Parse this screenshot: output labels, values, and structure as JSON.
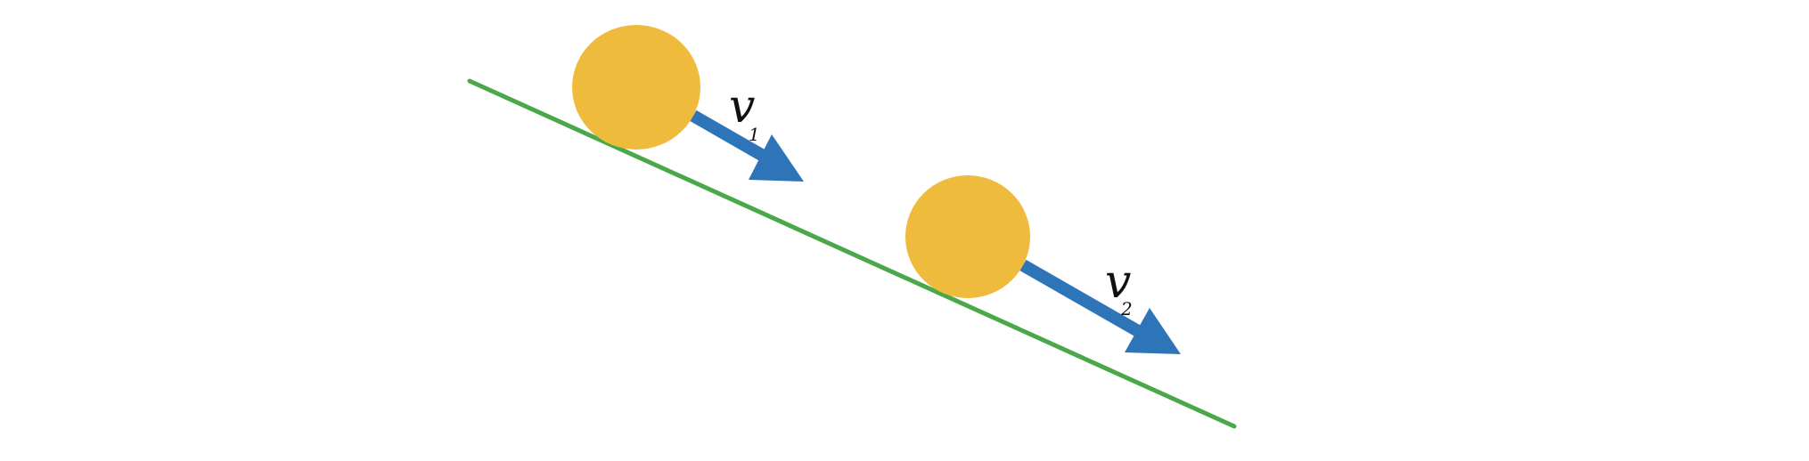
{
  "colors": {
    "incline": "#4ba84a",
    "ball": "#efbb3d",
    "arrow": "#2e74b8",
    "label": "#111111"
  },
  "labels": {
    "v1": {
      "symbol": "v",
      "subscript": "1"
    },
    "v2": {
      "symbol": "v",
      "subscript": "2"
    }
  }
}
